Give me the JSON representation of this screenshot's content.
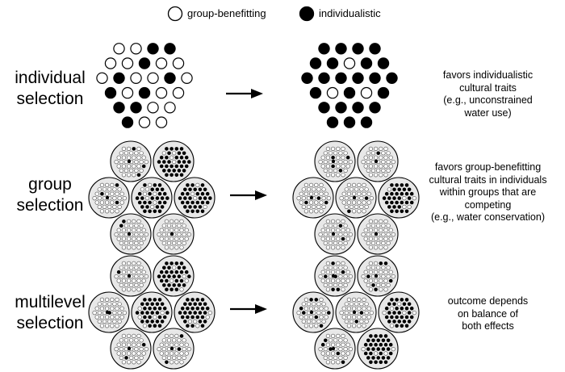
{
  "legend": [
    {
      "label": "group-benefitting",
      "fill": "#ffffff"
    },
    {
      "label": "individualistic",
      "fill": "#000000"
    }
  ],
  "rows": [
    {
      "label_lines": [
        "individual",
        "selection"
      ],
      "description_lines": [
        "favors individualistic",
        "cultural traits",
        "(e.g., unconstrained",
        "water use)"
      ]
    },
    {
      "label_lines": [
        "group",
        "selection"
      ],
      "description_lines": [
        "favors group-benefitting",
        "cultural traits in individuals",
        "within groups that are",
        "competing",
        "(e.g., water conservation)"
      ]
    },
    {
      "label_lines": [
        "multilevel",
        "selection"
      ],
      "description_lines": [
        "outcome depends",
        "on balance of",
        "both effects"
      ]
    }
  ],
  "colors": {
    "group_benefitting": "#ffffff",
    "individualistic": "#000000",
    "group_circle_fill": "#e8e8e8",
    "outline": "#000000"
  },
  "icons": [
    "arrow-right-icon"
  ]
}
